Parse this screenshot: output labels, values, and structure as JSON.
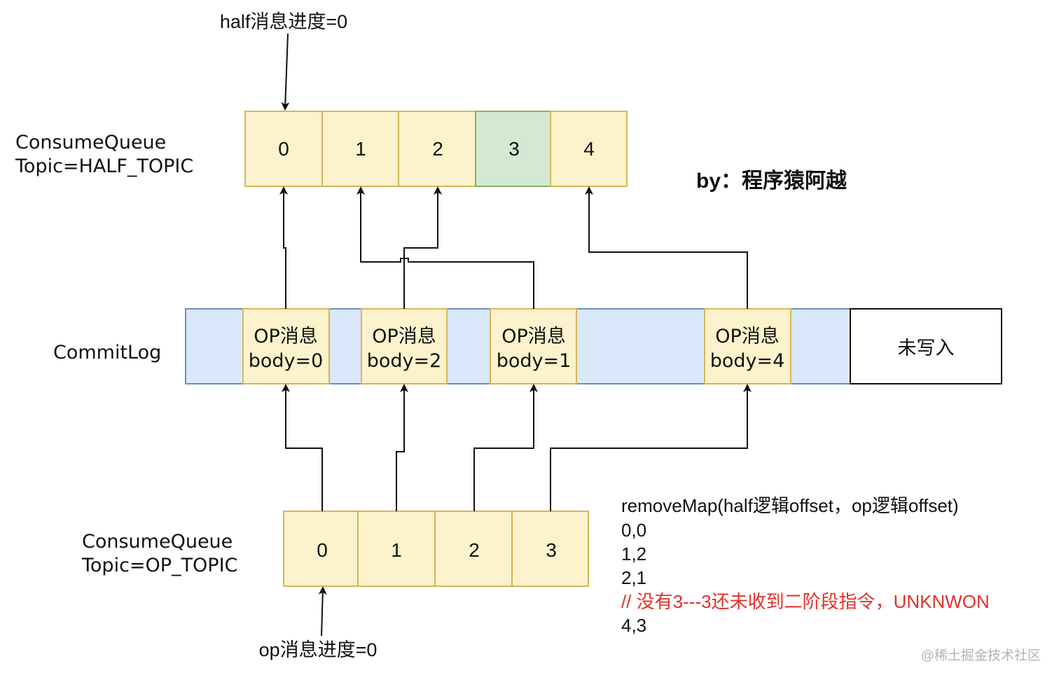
{
  "half_progress_label": "half消息进度=0",
  "op_progress_label": "op消息进度=0",
  "half_queue": {
    "name_line1": "ConsumeQueue",
    "name_line2": "Topic=HALF_TOPIC",
    "cells": [
      "0",
      "1",
      "2",
      "3",
      "4"
    ],
    "highlight_index": 3
  },
  "commitlog": {
    "name": "CommitLog",
    "op_entries": [
      {
        "line1": "OP消息",
        "line2": "body=0"
      },
      {
        "line1": "OP消息",
        "line2": "body=2"
      },
      {
        "line1": "OP消息",
        "line2": "body=1"
      },
      {
        "line1": "OP消息",
        "line2": "body=4"
      }
    ],
    "unwritten_label": "未写入"
  },
  "op_queue": {
    "name_line1": "ConsumeQueue",
    "name_line2": "Topic=OP_TOPIC",
    "cells": [
      "0",
      "1",
      "2",
      "3"
    ]
  },
  "author": "by：程序猿阿越",
  "remove_map": {
    "header": "removeMap(half逻辑offset，op逻辑offset)",
    "rows": [
      "0,0",
      "1,2",
      "2,1"
    ],
    "comment": "// 没有3---3还未收到二阶段指令，UNKNWON",
    "last_row": "4,3"
  },
  "watermark": "@稀土掘金技术社区",
  "colors": {
    "cell_fill": "#fcf2cc",
    "cell_stroke": "#d6b656",
    "highlight_fill": "#d5e8d4",
    "highlight_stroke": "#82b366",
    "commitlog_fill": "#dae8fc",
    "commitlog_stroke": "#6c8ebf",
    "comment_color": "#e3302b"
  }
}
